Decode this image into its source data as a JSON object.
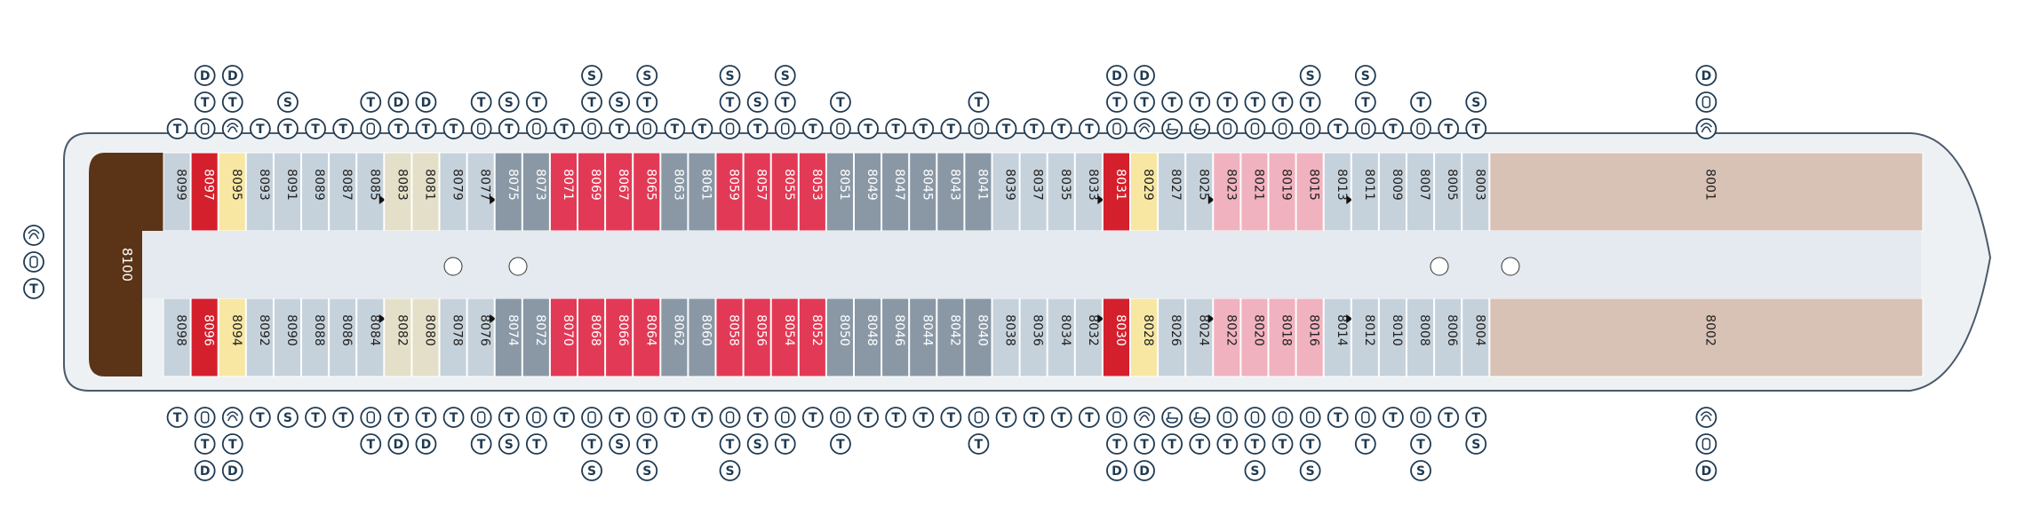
{
  "deck": {
    "suite_aft": "8100",
    "suite_fwd_top": "8001",
    "suite_fwd_bottom": "8002",
    "aft_icons": [
      "spa-icon",
      "shower-icon",
      "twin-bed-icon"
    ]
  },
  "legend": {
    "T": "T",
    "S": "S",
    "D": "D"
  },
  "colors": {
    "suite_aft": "#5b3417",
    "suite_fwd": "#d8c2b5",
    "red": "#d4202c",
    "yellow": "#f7e7a2",
    "grey": "#8a98a6",
    "light_grey": "#c6d2db",
    "beige": "#e4dfc8",
    "rose": "#e23a56",
    "pink": "#f1b2bf",
    "corridor": "#e4eaef",
    "hull": "#eef1f4",
    "hull_stroke": "#4a5a6a",
    "icon_stroke": "#1f3a52"
  },
  "top_cabins": [
    {
      "num": "8099",
      "color": "light_grey",
      "icons": [
        "T"
      ],
      "stair": false
    },
    {
      "num": "8097",
      "color": "red",
      "icons": [
        "shower",
        "T",
        "D"
      ],
      "stair": false
    },
    {
      "num": "8095",
      "color": "yellow",
      "icons": [
        "spa",
        "T",
        "D"
      ],
      "stair": false
    },
    {
      "num": "8093",
      "color": "light_grey",
      "icons": [
        "T"
      ],
      "stair": false
    },
    {
      "num": "8091",
      "color": "light_grey",
      "icons": [
        "T",
        "S"
      ],
      "stair": false
    },
    {
      "num": "8089",
      "color": "light_grey",
      "icons": [
        "T"
      ],
      "stair": false
    },
    {
      "num": "8087",
      "color": "light_grey",
      "icons": [
        "T"
      ],
      "stair": false
    },
    {
      "num": "8085",
      "color": "light_grey",
      "icons": [
        "shower",
        "T"
      ],
      "stair": true
    },
    {
      "num": "8083",
      "color": "beige",
      "icons": [
        "T",
        "D"
      ],
      "stair": false
    },
    {
      "num": "8081",
      "color": "beige",
      "icons": [
        "T",
        "D"
      ],
      "stair": false
    },
    {
      "num": "8079",
      "color": "light_grey",
      "icons": [
        "T"
      ],
      "stair": false
    },
    {
      "num": "8077",
      "color": "light_grey",
      "icons": [
        "shower",
        "T"
      ],
      "stair": true
    },
    {
      "num": "8075",
      "color": "grey",
      "icons": [
        "T",
        "S"
      ],
      "stair": false
    },
    {
      "num": "8073",
      "color": "grey",
      "icons": [
        "shower",
        "T"
      ],
      "stair": false
    },
    {
      "num": "8071",
      "color": "rose",
      "icons": [
        "T"
      ],
      "stair": false
    },
    {
      "num": "8069",
      "color": "rose",
      "icons": [
        "shower",
        "T",
        "S"
      ],
      "stair": false
    },
    {
      "num": "8067",
      "color": "rose",
      "icons": [
        "T",
        "S"
      ],
      "stair": false
    },
    {
      "num": "8065",
      "color": "rose",
      "icons": [
        "shower",
        "T",
        "S"
      ],
      "stair": false
    },
    {
      "num": "8063",
      "color": "grey",
      "icons": [
        "T"
      ],
      "stair": false
    },
    {
      "num": "8061",
      "color": "grey",
      "icons": [
        "T"
      ],
      "stair": false
    },
    {
      "num": "8059",
      "color": "rose",
      "icons": [
        "shower",
        "T",
        "S"
      ],
      "stair": false
    },
    {
      "num": "8057",
      "color": "rose",
      "icons": [
        "T",
        "S"
      ],
      "stair": false
    },
    {
      "num": "8055",
      "color": "rose",
      "icons": [
        "shower",
        "T",
        "S"
      ],
      "stair": false
    },
    {
      "num": "8053",
      "color": "rose",
      "icons": [
        "T"
      ],
      "stair": false
    },
    {
      "num": "8051",
      "color": "grey",
      "icons": [
        "shower",
        "T"
      ],
      "stair": false
    },
    {
      "num": "8049",
      "color": "grey",
      "icons": [
        "T"
      ],
      "stair": false
    },
    {
      "num": "8047",
      "color": "grey",
      "icons": [
        "T"
      ],
      "stair": false
    },
    {
      "num": "8045",
      "color": "grey",
      "icons": [
        "T"
      ],
      "stair": false
    },
    {
      "num": "8043",
      "color": "grey",
      "icons": [
        "T"
      ],
      "stair": false
    },
    {
      "num": "8041",
      "color": "grey",
      "icons": [
        "shower",
        "T"
      ],
      "stair": false
    },
    {
      "num": "8039",
      "color": "light_grey",
      "icons": [
        "T"
      ],
      "stair": false
    },
    {
      "num": "8037",
      "color": "light_grey",
      "icons": [
        "T"
      ],
      "stair": false
    },
    {
      "num": "8035",
      "color": "light_grey",
      "icons": [
        "T"
      ],
      "stair": false
    },
    {
      "num": "8033",
      "color": "light_grey",
      "icons": [
        "T"
      ],
      "stair": true
    },
    {
      "num": "8031",
      "color": "red",
      "icons": [
        "shower",
        "T",
        "D"
      ],
      "stair": false
    },
    {
      "num": "8029",
      "color": "yellow",
      "icons": [
        "spa",
        "T",
        "D"
      ],
      "stair": false
    },
    {
      "num": "8027",
      "color": "light_grey",
      "icons": [
        "bath",
        "T"
      ],
      "stair": false
    },
    {
      "num": "8025",
      "color": "light_grey",
      "icons": [
        "bath",
        "T"
      ],
      "stair": true
    },
    {
      "num": "8023",
      "color": "pink",
      "icons": [
        "shower",
        "T"
      ],
      "stair": false
    },
    {
      "num": "8021",
      "color": "pink",
      "icons": [
        "shower",
        "T"
      ],
      "stair": false
    },
    {
      "num": "8019",
      "color": "pink",
      "icons": [
        "shower",
        "T"
      ],
      "stair": false
    },
    {
      "num": "8015",
      "color": "pink",
      "icons": [
        "shower",
        "T",
        "S"
      ],
      "stair": false
    },
    {
      "num": "8013",
      "color": "light_grey",
      "icons": [
        "T"
      ],
      "stair": true
    },
    {
      "num": "8011",
      "color": "light_grey",
      "icons": [
        "shower",
        "T",
        "S"
      ],
      "stair": false
    },
    {
      "num": "8009",
      "color": "light_grey",
      "icons": [
        "T"
      ],
      "stair": false
    },
    {
      "num": "8007",
      "color": "light_grey",
      "icons": [
        "shower",
        "T"
      ],
      "stair": false
    },
    {
      "num": "8005",
      "color": "light_grey",
      "icons": [
        "T"
      ],
      "stair": false
    },
    {
      "num": "8003",
      "color": "light_grey",
      "icons": [
        "T",
        "S"
      ],
      "stair": false
    },
    {
      "num": "8001",
      "color": "suite_fwd",
      "icons": [
        "spa",
        "shower",
        "D"
      ],
      "stair": false
    }
  ],
  "bottom_cabins": [
    {
      "num": "8098",
      "color": "light_grey",
      "icons": [
        "T"
      ],
      "stair": false
    },
    {
      "num": "8096",
      "color": "red",
      "icons": [
        "shower",
        "T",
        "D"
      ],
      "stair": false
    },
    {
      "num": "8094",
      "color": "yellow",
      "icons": [
        "spa",
        "T",
        "D"
      ],
      "stair": false
    },
    {
      "num": "8092",
      "color": "light_grey",
      "icons": [
        "T"
      ],
      "stair": false
    },
    {
      "num": "8090",
      "color": "light_grey",
      "icons": [
        "S"
      ],
      "stair": false
    },
    {
      "num": "8088",
      "color": "light_grey",
      "icons": [
        "T"
      ],
      "stair": false
    },
    {
      "num": "8086",
      "color": "light_grey",
      "icons": [
        "T"
      ],
      "stair": false
    },
    {
      "num": "8084",
      "color": "light_grey",
      "icons": [
        "shower",
        "T"
      ],
      "stair": true
    },
    {
      "num": "8082",
      "color": "beige",
      "icons": [
        "T",
        "D"
      ],
      "stair": false
    },
    {
      "num": "8080",
      "color": "beige",
      "icons": [
        "T",
        "D"
      ],
      "stair": false
    },
    {
      "num": "8078",
      "color": "light_grey",
      "icons": [
        "T"
      ],
      "stair": false
    },
    {
      "num": "8076",
      "color": "light_grey",
      "icons": [
        "shower",
        "T"
      ],
      "stair": true
    },
    {
      "num": "8074",
      "color": "grey",
      "icons": [
        "T",
        "S"
      ],
      "stair": false
    },
    {
      "num": "8072",
      "color": "grey",
      "icons": [
        "shower",
        "T"
      ],
      "stair": false
    },
    {
      "num": "8070",
      "color": "rose",
      "icons": [
        "T"
      ],
      "stair": false
    },
    {
      "num": "8068",
      "color": "rose",
      "icons": [
        "shower",
        "T",
        "S"
      ],
      "stair": false
    },
    {
      "num": "8066",
      "color": "rose",
      "icons": [
        "T",
        "S"
      ],
      "stair": false
    },
    {
      "num": "8064",
      "color": "rose",
      "icons": [
        "shower",
        "T",
        "S"
      ],
      "stair": false
    },
    {
      "num": "8062",
      "color": "grey",
      "icons": [
        "T"
      ],
      "stair": false
    },
    {
      "num": "8060",
      "color": "grey",
      "icons": [
        "T"
      ],
      "stair": false
    },
    {
      "num": "8058",
      "color": "rose",
      "icons": [
        "shower",
        "T",
        "S"
      ],
      "stair": false
    },
    {
      "num": "8056",
      "color": "rose",
      "icons": [
        "T",
        "S"
      ],
      "stair": false
    },
    {
      "num": "8054",
      "color": "rose",
      "icons": [
        "shower",
        "T"
      ],
      "stair": false
    },
    {
      "num": "8052",
      "color": "rose",
      "icons": [
        "T"
      ],
      "stair": false
    },
    {
      "num": "8050",
      "color": "grey",
      "icons": [
        "shower",
        "T"
      ],
      "stair": false
    },
    {
      "num": "8048",
      "color": "grey",
      "icons": [
        "T"
      ],
      "stair": false
    },
    {
      "num": "8046",
      "color": "grey",
      "icons": [
        "T"
      ],
      "stair": false
    },
    {
      "num": "8044",
      "color": "grey",
      "icons": [
        "T"
      ],
      "stair": false
    },
    {
      "num": "8042",
      "color": "grey",
      "icons": [
        "T"
      ],
      "stair": false
    },
    {
      "num": "8040",
      "color": "grey",
      "icons": [
        "shower",
        "T"
      ],
      "stair": false
    },
    {
      "num": "8038",
      "color": "light_grey",
      "icons": [
        "T"
      ],
      "stair": false
    },
    {
      "num": "8036",
      "color": "light_grey",
      "icons": [
        "T"
      ],
      "stair": false
    },
    {
      "num": "8034",
      "color": "light_grey",
      "icons": [
        "T"
      ],
      "stair": false
    },
    {
      "num": "8032",
      "color": "light_grey",
      "icons": [
        "T"
      ],
      "stair": true
    },
    {
      "num": "8030",
      "color": "red",
      "icons": [
        "shower",
        "T",
        "D"
      ],
      "stair": false
    },
    {
      "num": "8028",
      "color": "yellow",
      "icons": [
        "spa",
        "T",
        "D"
      ],
      "stair": false
    },
    {
      "num": "8026",
      "color": "light_grey",
      "icons": [
        "bath",
        "T"
      ],
      "stair": false
    },
    {
      "num": "8024",
      "color": "light_grey",
      "icons": [
        "bath",
        "T"
      ],
      "stair": true
    },
    {
      "num": "8022",
      "color": "pink",
      "icons": [
        "shower",
        "T"
      ],
      "stair": false
    },
    {
      "num": "8020",
      "color": "pink",
      "icons": [
        "shower",
        "T",
        "S"
      ],
      "stair": false
    },
    {
      "num": "8018",
      "color": "pink",
      "icons": [
        "shower",
        "T"
      ],
      "stair": false
    },
    {
      "num": "8016",
      "color": "pink",
      "icons": [
        "shower",
        "T",
        "S"
      ],
      "stair": false
    },
    {
      "num": "8014",
      "color": "light_grey",
      "icons": [
        "T"
      ],
      "stair": true
    },
    {
      "num": "8012",
      "color": "light_grey",
      "icons": [
        "shower",
        "T"
      ],
      "stair": false
    },
    {
      "num": "8010",
      "color": "light_grey",
      "icons": [
        "T"
      ],
      "stair": false
    },
    {
      "num": "8008",
      "color": "light_grey",
      "icons": [
        "shower",
        "T",
        "S"
      ],
      "stair": false
    },
    {
      "num": "8006",
      "color": "light_grey",
      "icons": [
        "T"
      ],
      "stair": false
    },
    {
      "num": "8004",
      "color": "light_grey",
      "icons": [
        "T",
        "S"
      ],
      "stair": false
    },
    {
      "num": "8002",
      "color": "suite_fwd",
      "icons": [
        "spa",
        "shower",
        "D"
      ],
      "stair": false
    }
  ]
}
